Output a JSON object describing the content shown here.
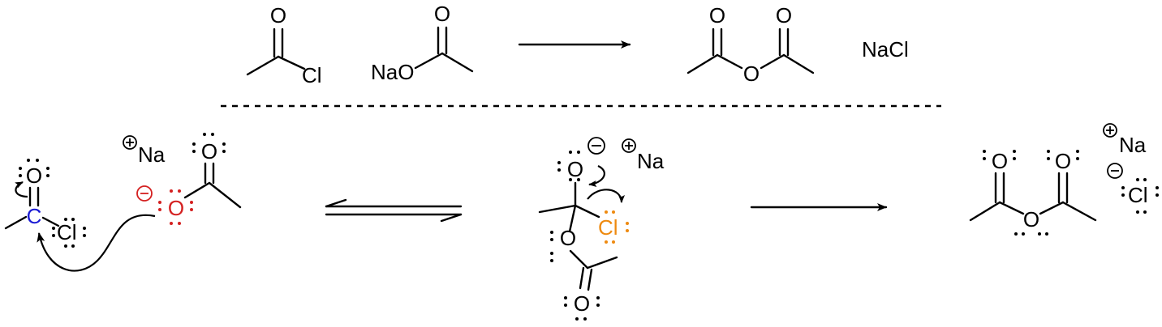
{
  "atoms": {
    "oxygen": "O",
    "chlorine": "Cl",
    "carbon": "C",
    "sodium": "Na",
    "sodium_oxide": "NaO",
    "sodium_chloride": "NaCl"
  },
  "colors": {
    "highlight_carbon": "#1a1ad4",
    "highlight_acetate_oxygen": "#d42020",
    "highlight_chloride": "#ee8a10"
  },
  "icons": [
    "plus-charge-icon",
    "minus-charge-icon",
    "curly-arrow-icon",
    "reaction-arrow-icon",
    "equilibrium-arrow-icon"
  ]
}
